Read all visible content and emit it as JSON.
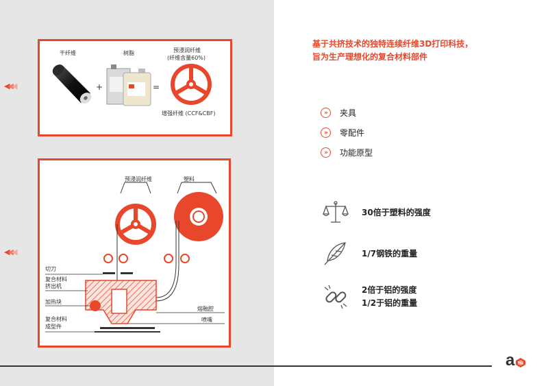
{
  "top_diagram": {
    "dry_fiber": "干纤维",
    "resin": "树脂",
    "preimpregnated_line1": "预浸润纤维",
    "preimpregnated_line2": "(纤维含量60%)",
    "reinforced_fiber": "增强纤维 (CCF&CBF)",
    "plus": "+",
    "equals": "="
  },
  "bottom_diagram": {
    "preimpregnated": "预浸润纤维",
    "plastic": "塑料",
    "cutter": "切刀",
    "extruder_line1": "复合材料",
    "extruder_line2": "挤出机",
    "heater": "加热块",
    "formed_line1": "复合材料",
    "formed_line2": "成型件",
    "melt_chamber": "熔融腔",
    "nozzle": "喷嘴"
  },
  "headline": {
    "line1": "基于共挤技术的独特连续纤维3D打印科技，",
    "line2": "旨为生产理想化的复合材料部件"
  },
  "applications": [
    {
      "label": "夹具",
      "icon": "double-chevron-icon"
    },
    {
      "label": "零配件",
      "icon": "double-chevron-icon"
    },
    {
      "label": "功能原型",
      "icon": "double-chevron-icon"
    }
  ],
  "features": [
    {
      "icon": "balance-scale-icon",
      "line1": "30倍于塑料的强度",
      "line2": ""
    },
    {
      "icon": "feather-icon",
      "line1": "1/7钢铁的重量",
      "line2": ""
    },
    {
      "icon": "chain-link-icon",
      "line1": "2倍于铝的强度",
      "line2": "1/2于铝的重量"
    }
  ],
  "logo": {
    "letter": "a"
  },
  "colors": {
    "accent": "#e8472b",
    "left_bg": "#e6e6e6"
  }
}
